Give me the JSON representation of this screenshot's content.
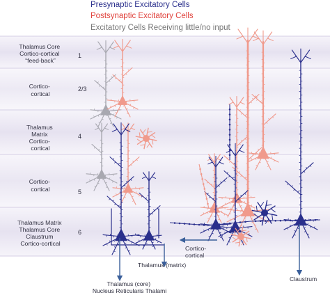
{
  "legend": [
    {
      "label": "Presynaptic Excitatory Cells",
      "color": "#2a2f8c"
    },
    {
      "label": "Postsynaptic Excitatory Cells",
      "color": "#e0423c"
    },
    {
      "label": "Excitatory Cells Receiving little/no input",
      "color": "#777777"
    }
  ],
  "layers": [
    {
      "lines": [
        "Thalamus Core",
        "Cortico-cortical",
        "“feed-back”"
      ],
      "number": "1"
    },
    {
      "lines": [
        "Cortico-",
        "cortical"
      ],
      "number": "2/3"
    },
    {
      "lines": [
        "Thalamus",
        "Matrix",
        "Cortico-",
        "cortical"
      ],
      "number": "4"
    },
    {
      "lines": [
        "Cortico-",
        "cortical"
      ],
      "number": "5"
    },
    {
      "lines": [
        "Thalamus Matrix",
        "Thalamus Core",
        "Claustrum",
        "Cortico-cortical"
      ],
      "number": "6"
    }
  ],
  "annotations": {
    "thalamus_matrix": "Thalamus (matrix)",
    "thalamus_core_lines": [
      "Thalamus (core)",
      "Nucleus Reticularis Thalami"
    ],
    "cortico_cortical_lines": [
      "Cortico-",
      "cortical"
    ],
    "claustrum": "Claustrum"
  },
  "colors": {
    "presynaptic": "#2a2f8c",
    "postsynaptic": "#f09a8c",
    "postsynaptic_dark": "#e0423c",
    "little_input": "#a8a8b0",
    "band": "#e9e6f2",
    "band_edge": "#c9c3dc",
    "arrow": "#3a5f9a"
  }
}
